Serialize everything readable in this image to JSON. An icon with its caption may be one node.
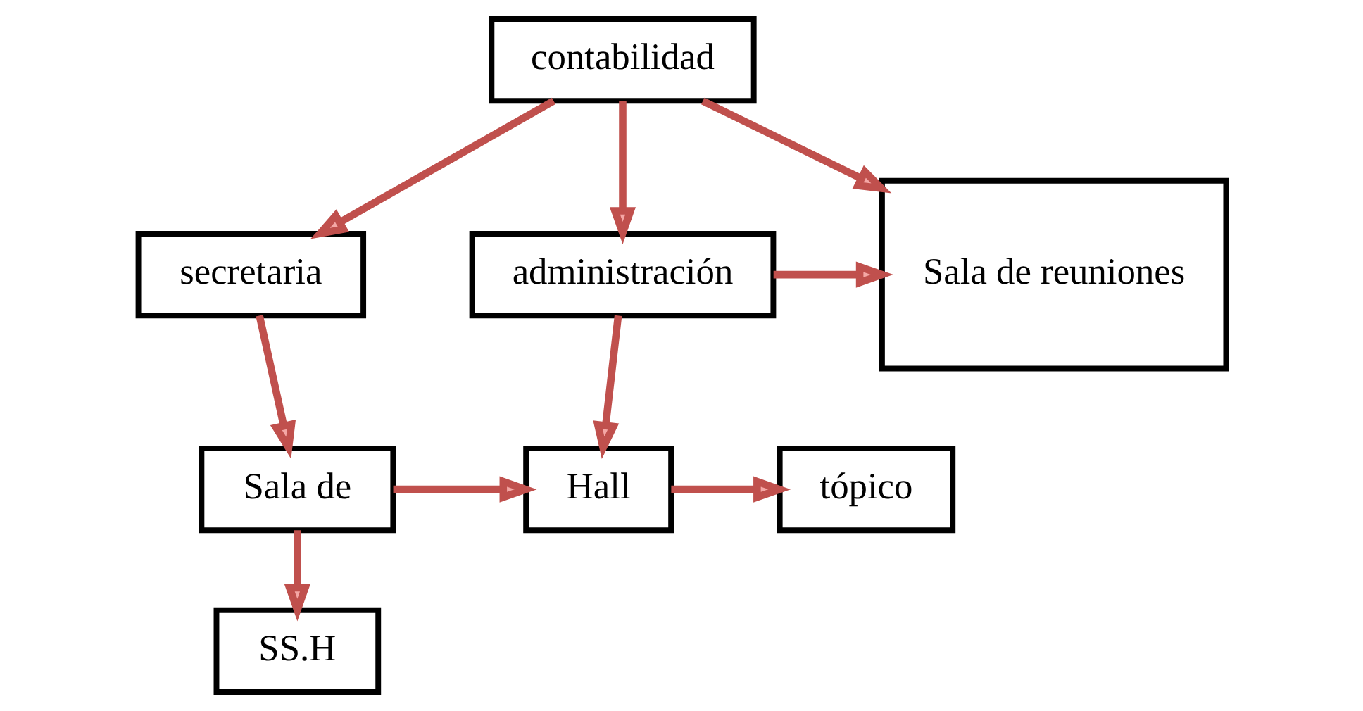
{
  "diagram": {
    "nodes": [
      {
        "text": [
          "contabilidad"
        ]
      },
      {
        "text": [
          "secretaria"
        ]
      },
      {
        "text": [
          "administración"
        ]
      },
      {
        "text": [
          "Sala de reuniones"
        ]
      },
      {
        "text": [
          "Sala de"
        ]
      },
      {
        "text": [
          "Hall"
        ]
      },
      {
        "text": [
          "tópico"
        ]
      },
      {
        "text": [
          "SS.H"
        ]
      }
    ],
    "edges": [
      {
        "from": 0,
        "to": 1,
        "arrow": "to"
      },
      {
        "from": 0,
        "to": 2,
        "arrow": "to"
      },
      {
        "from": 0,
        "to": 3,
        "arrow": "to"
      },
      {
        "from": 2,
        "to": 3,
        "arrow": "to"
      },
      {
        "from": 1,
        "to": 4,
        "arrow": "to"
      },
      {
        "from": 2,
        "to": 5,
        "arrow": "to"
      },
      {
        "from": 4,
        "to": 5,
        "arrow": "to"
      },
      {
        "from": 5,
        "to": 6,
        "arrow": "to"
      },
      {
        "from": 4,
        "to": 7,
        "arrow": "to"
      }
    ]
  }
}
